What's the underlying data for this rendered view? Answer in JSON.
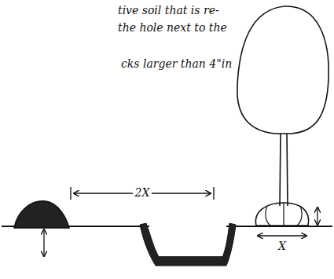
{
  "diagram": {
    "labels": [
      "tive soil that is re-",
      "the hole next to the",
      "cks larger than 4\"in",
      "2X",
      "X"
    ]
  }
}
